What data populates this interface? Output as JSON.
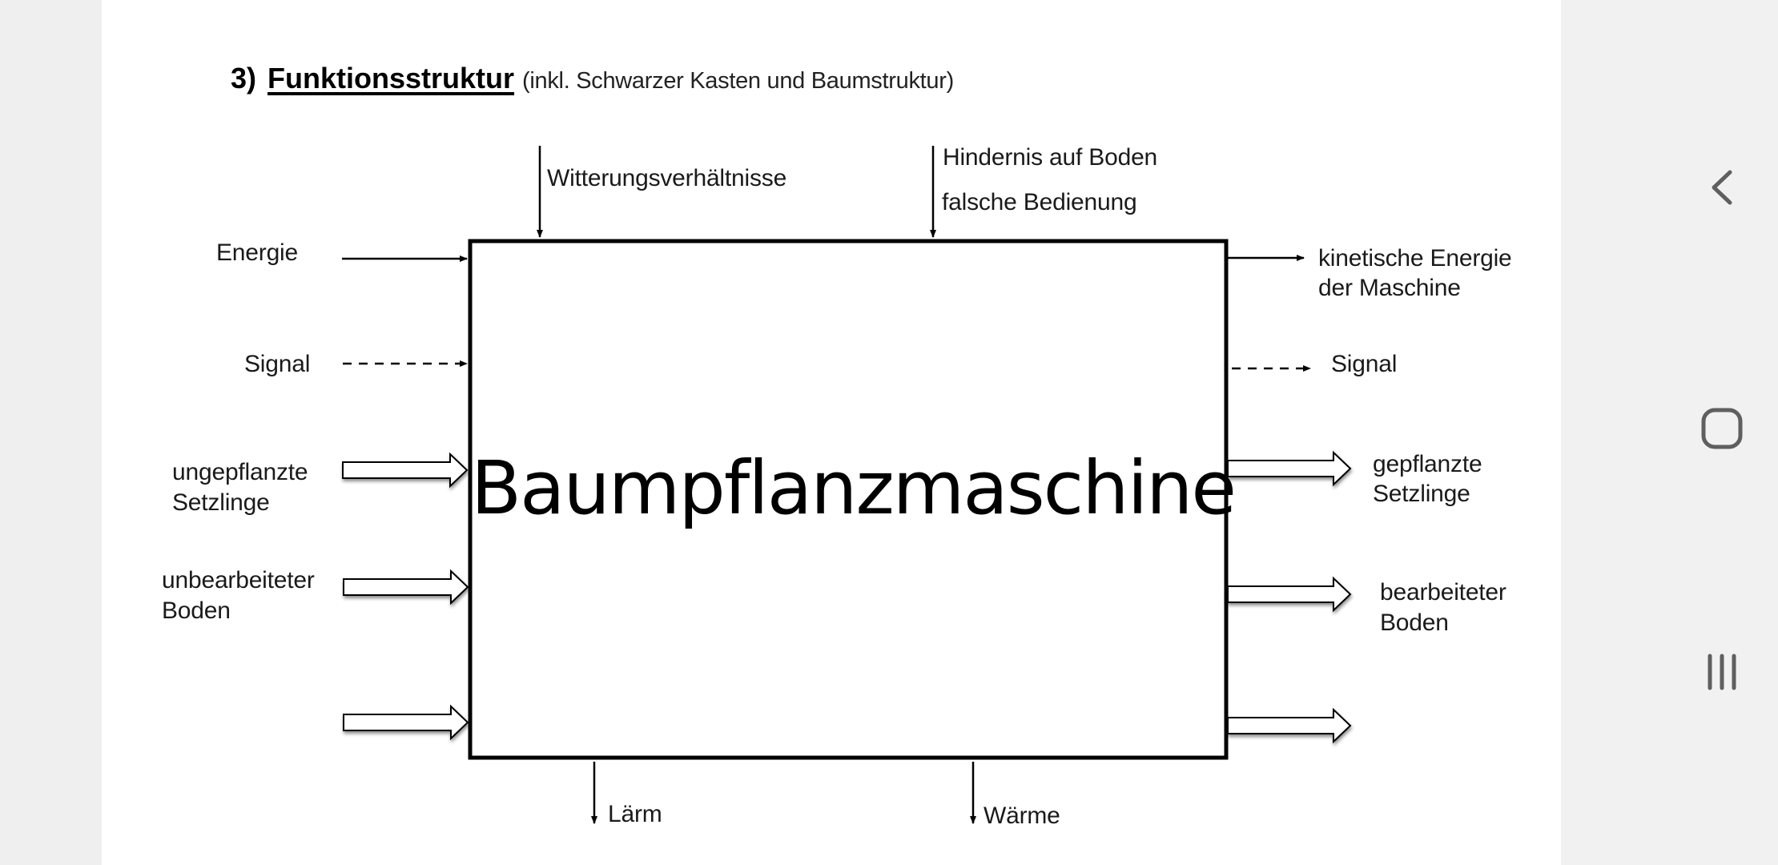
{
  "document": {
    "section_number": "3)",
    "section_title": "Funktionsstruktur",
    "section_subtitle": "(inkl. Schwarzer Kasten und Baumstruktur)"
  },
  "diagram": {
    "system_name": "Baumpflanzmaschine",
    "top_inputs": [
      {
        "label": "Witterungsverhältnisse",
        "flow": "disturbance"
      },
      {
        "label_lines": [
          "Hindernis auf Boden",
          "falsche Bedienung"
        ],
        "flow": "disturbance"
      }
    ],
    "left_inputs": [
      {
        "label": "Energie",
        "flow": "energy"
      },
      {
        "label": "Signal",
        "flow": "signal"
      },
      {
        "label_lines": [
          "ungepflanzte",
          "Setzlinge"
        ],
        "flow": "material"
      },
      {
        "label_lines": [
          "unbearbeiteter",
          "Boden"
        ],
        "flow": "material"
      },
      {
        "label": "",
        "flow": "material"
      }
    ],
    "right_outputs": [
      {
        "label_lines": [
          "kinetische Energie",
          "der Maschine"
        ],
        "flow": "energy"
      },
      {
        "label": "Signal",
        "flow": "signal"
      },
      {
        "label_lines": [
          "gepflanzte",
          "Setzlinge"
        ],
        "flow": "material"
      },
      {
        "label_lines": [
          "bearbeiteter",
          "Boden"
        ],
        "flow": "material"
      },
      {
        "label": "",
        "flow": "material"
      }
    ],
    "bottom_outputs": [
      {
        "label": "Lärm",
        "flow": "side-effect"
      },
      {
        "label": "Wärme",
        "flow": "side-effect"
      }
    ]
  },
  "navigation": {
    "back_icon": "chevron-left-icon",
    "home_icon": "home-rounded-square-icon",
    "recents_icon": "recent-apps-bars-icon"
  },
  "colors": {
    "page_background": "#ffffff",
    "outer_background": "#efefef",
    "navbar_background": "#f1f1f1",
    "nav_icon": "#5f5f5f",
    "ink": "#000000"
  }
}
